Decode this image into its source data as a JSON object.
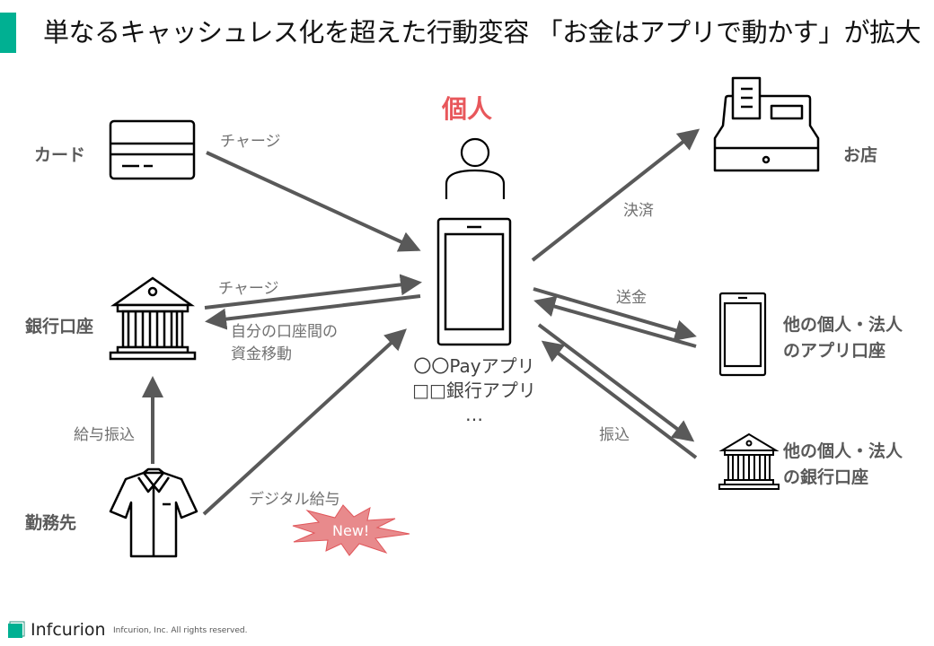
{
  "header": {
    "title": "単なるキャッシュレス化を超えた行動変容 「お金はアプリで動かす」が拡大",
    "accent_color": "#00b092"
  },
  "center": {
    "title": "個人",
    "title_color": "#e8575b",
    "person_icon": "person-icon",
    "phone_icon": "smartphone-icon",
    "app_lines": [
      "〇〇Payアプリ",
      "□□銀行アプリ",
      "…"
    ]
  },
  "nodes": {
    "card": {
      "label": "カード",
      "icon": "credit-card-icon"
    },
    "bank": {
      "label": "銀行口座",
      "icon": "bank-icon"
    },
    "employer": {
      "label": "勤務先",
      "icon": "shirt-icon"
    },
    "store": {
      "label": "お店",
      "icon": "cash-register-icon"
    },
    "other_app": {
      "label_lines": [
        "他の個人・法人",
        "のアプリ口座"
      ],
      "icon": "smartphone-icon"
    },
    "other_bank": {
      "label_lines": [
        "他の個人・法人",
        "の銀行口座"
      ],
      "icon": "bank-icon"
    }
  },
  "edges": {
    "card_charge": "チャージ",
    "bank_charge": "チャージ",
    "bank_transfer_lines": [
      "自分の口座間の",
      "資金移動"
    ],
    "salary_transfer": "給与振込",
    "digital_salary": "デジタル給与",
    "payment": "決済",
    "remittance": "送金",
    "bank_transfer": "振込"
  },
  "badge": {
    "label": "New!",
    "color": "#e88a8c"
  },
  "footer": {
    "brand": "Infcurion",
    "copyright": "Infcurion, Inc.  All rights reserved."
  },
  "colors": {
    "arrow": "#595959",
    "icon_stroke": "#000000"
  }
}
